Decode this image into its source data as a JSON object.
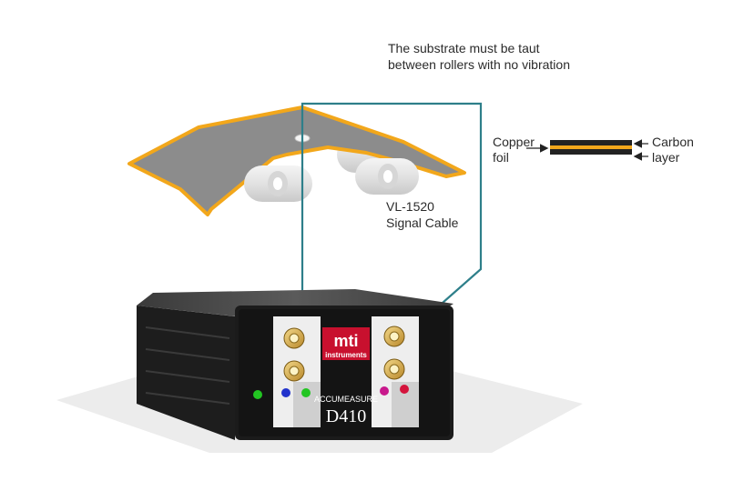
{
  "annotations": {
    "note_line1": "The substrate must be taut",
    "note_line2": "between rollers with no vibration",
    "cable_line1": "VL-1520",
    "cable_line2": "Signal Cable",
    "copper_line1": "Copper",
    "copper_line2": "foil",
    "carbon_line1": "Carbon",
    "carbon_line2": "layer"
  },
  "device": {
    "brand_logo": "mti",
    "brand_sub": "instruments",
    "model_series": "ACCUMEASURE",
    "model_number": "D410"
  },
  "colors": {
    "cable": "#2e7f8a",
    "substrate": "#8c8c8c",
    "foil_edge": "#f2a71b",
    "device_body": "#1b1b1b",
    "brand_red": "#c8102e",
    "led_green": "#22c522",
    "led_blue": "#2233cc",
    "led_magenta": "#c8198c",
    "led_red": "#d4143c"
  },
  "icons": [
    "roller-icon",
    "sma-connector-icon",
    "led-indicator-icon",
    "arrow-icon"
  ]
}
